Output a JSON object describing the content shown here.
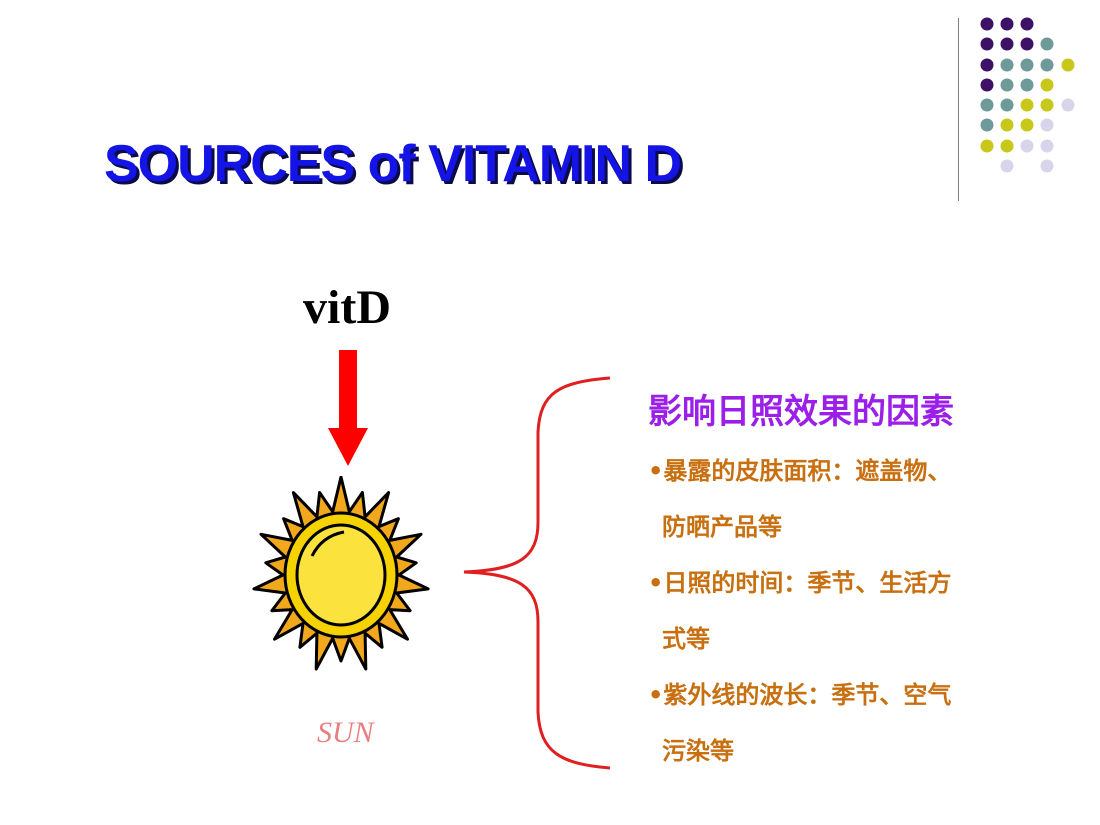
{
  "slide": {
    "title": "SOURCES of VITAMIN D",
    "vitd_label": "vitD",
    "sun_label": "SUN",
    "factors_heading": "影响日照效果的因素",
    "factor_lines": [
      "•暴露的皮肤面积：遮盖物、",
      "防晒产品等",
      "•日照的时间：季节、生活方",
      "式等",
      "•紫外线的波长：季节、空气",
      "污染等"
    ]
  },
  "colors": {
    "title": "#1414e6",
    "heading": "#9b1fe8",
    "factor_text": "#c87010",
    "arrow": "#ff0000",
    "brace": "#e02020",
    "dot_purple": "#3d1266",
    "dot_teal": "#6e9a9a",
    "dot_yellow": "#c8c81a",
    "dot_lavender": "#d8d4ea"
  },
  "icons": [
    "down-arrow-icon",
    "sun-icon",
    "curly-brace-icon",
    "dot-grid-decoration"
  ]
}
